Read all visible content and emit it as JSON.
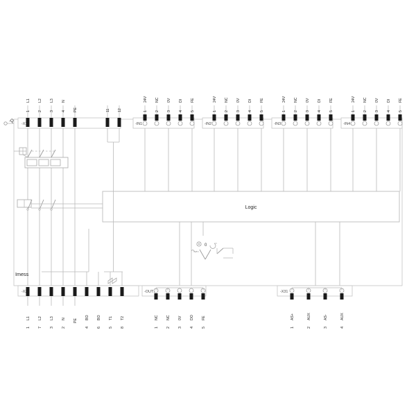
{
  "diagram": {
    "title_label": "-Q",
    "logic_block_label": "Logic",
    "imess_label": "Imess",
    "mode_symbol_label": "0"
  },
  "top_terminal_x1": {
    "block_label": "-X1",
    "pins": [
      {
        "num": "1",
        "name": "L1"
      },
      {
        "num": "2",
        "name": "L2"
      },
      {
        "num": "3",
        "name": "L3"
      },
      {
        "num": "4",
        "name": "N"
      },
      {
        "num": "",
        "name": "PE"
      },
      {
        "num": "",
        "name": "11"
      },
      {
        "num": "",
        "name": "12"
      }
    ]
  },
  "inputs": [
    {
      "block_label": "-IN1",
      "pins": [
        {
          "num": "1",
          "name": "24V"
        },
        {
          "num": "2",
          "name": "NC"
        },
        {
          "num": "3",
          "name": "0V"
        },
        {
          "num": "4",
          "name": "DI"
        },
        {
          "num": "5",
          "name": "FE"
        }
      ]
    },
    {
      "block_label": "-IN2",
      "pins": [
        {
          "num": "1",
          "name": "24V"
        },
        {
          "num": "2",
          "name": "NC"
        },
        {
          "num": "3",
          "name": "0V"
        },
        {
          "num": "4",
          "name": "DI"
        },
        {
          "num": "5",
          "name": "FE"
        }
      ]
    },
    {
      "block_label": "-IN3",
      "pins": [
        {
          "num": "1",
          "name": "24V"
        },
        {
          "num": "2",
          "name": "NC"
        },
        {
          "num": "3",
          "name": "0V"
        },
        {
          "num": "4",
          "name": "DI"
        },
        {
          "num": "5",
          "name": "FE"
        }
      ]
    },
    {
      "block_label": "-IN4",
      "pins": [
        {
          "num": "1",
          "name": "24V"
        },
        {
          "num": "2",
          "name": "NC"
        },
        {
          "num": "3",
          "name": "0V"
        },
        {
          "num": "4",
          "name": "DI"
        },
        {
          "num": "5",
          "name": "FE"
        }
      ]
    }
  ],
  "bottom_terminal_x2": {
    "block_label": "-X2",
    "pins": [
      {
        "num": "1",
        "name": "L1"
      },
      {
        "num": "7",
        "name": "L2"
      },
      {
        "num": "3",
        "name": "L3"
      },
      {
        "num": "2",
        "name": "N"
      },
      {
        "num": "",
        "name": "PE"
      },
      {
        "num": "4",
        "name": "BO"
      },
      {
        "num": "6",
        "name": "BO"
      },
      {
        "num": "5",
        "name": "T1"
      },
      {
        "num": "8",
        "name": "T2"
      }
    ]
  },
  "output_out1": {
    "block_label": "-OUT1",
    "pins": [
      {
        "num": "1",
        "name": "NC"
      },
      {
        "num": "2",
        "name": "NC"
      },
      {
        "num": "3",
        "name": "0V"
      },
      {
        "num": "4",
        "name": "DO"
      },
      {
        "num": "5",
        "name": "FE"
      }
    ]
  },
  "aux_x31": {
    "block_label": "-X31",
    "pins": [
      {
        "num": "1",
        "name": "AS+"
      },
      {
        "num": "2",
        "name": "AUX"
      },
      {
        "num": "3",
        "name": "AS-"
      },
      {
        "num": "4",
        "name": "AUX"
      }
    ]
  },
  "colors": {
    "wire": "#b9b9b9",
    "box_stroke": "#c4c4c4",
    "pin_fill": "#1a1a1a",
    "text": "#1f1f1f",
    "background": "#ffffff"
  }
}
